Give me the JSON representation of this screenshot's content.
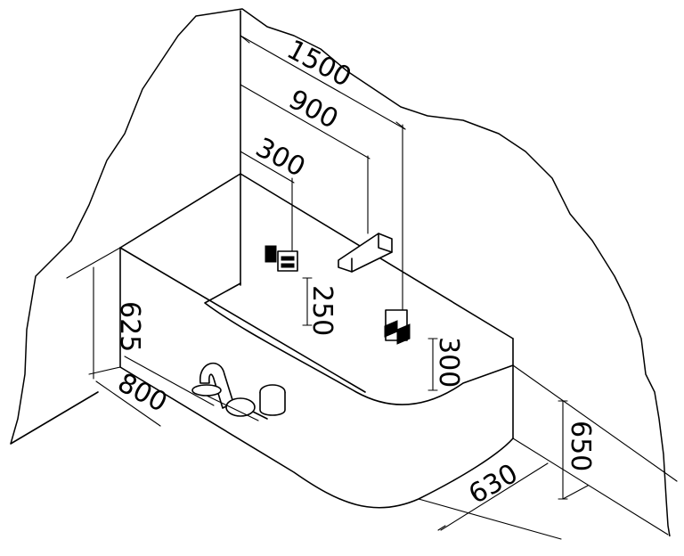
{
  "dimensions": {
    "wall_length": "1500",
    "to_spout": "900",
    "to_controls": "300",
    "control_height": "250",
    "side_offset": "300",
    "tub_height": "625",
    "tub_length": "800",
    "tub_width": "630",
    "floor_to_spout": "650"
  }
}
